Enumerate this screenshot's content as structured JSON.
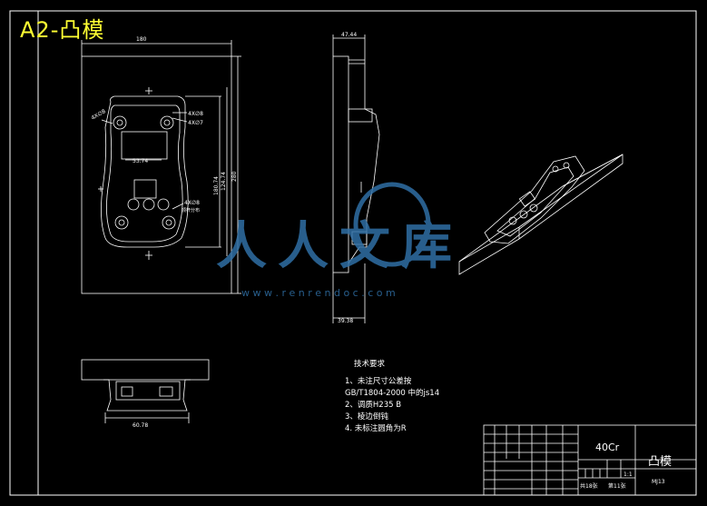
{
  "title": "A2-凸模",
  "top_view": {
    "dim_width": "180",
    "dim_inner": "53.74",
    "hole_a": "4X∅8",
    "hole_b": "4X∅7",
    "hole_c": "4X∅8",
    "hole_d": "4X∅8",
    "note": "顶杆分布",
    "dim_h1": "180.74",
    "dim_h2": "124.74",
    "dim_h3": "280"
  },
  "side_view": {
    "dim_top": "47.44",
    "dim_bottom": "39.38"
  },
  "front_view": {
    "dim_bottom": "60.78"
  },
  "watermark": {
    "text": "人人文库",
    "url": "w w w . r e n r e n d o c . c o m"
  },
  "tech_req": {
    "heading": "技术要求",
    "lines": [
      "1、未注尺寸公差按",
      "GB/T1804-2000 中的js14",
      "2、调质H235 B",
      "3、棱边倒钝",
      "4. 未标注圆角为R"
    ]
  },
  "title_block": {
    "material": "40Cr",
    "part_name": "凸模",
    "scale": "1:1",
    "sheets_total": "共18张",
    "sheet_no": "第11张",
    "drawing_no": "MJ13"
  }
}
